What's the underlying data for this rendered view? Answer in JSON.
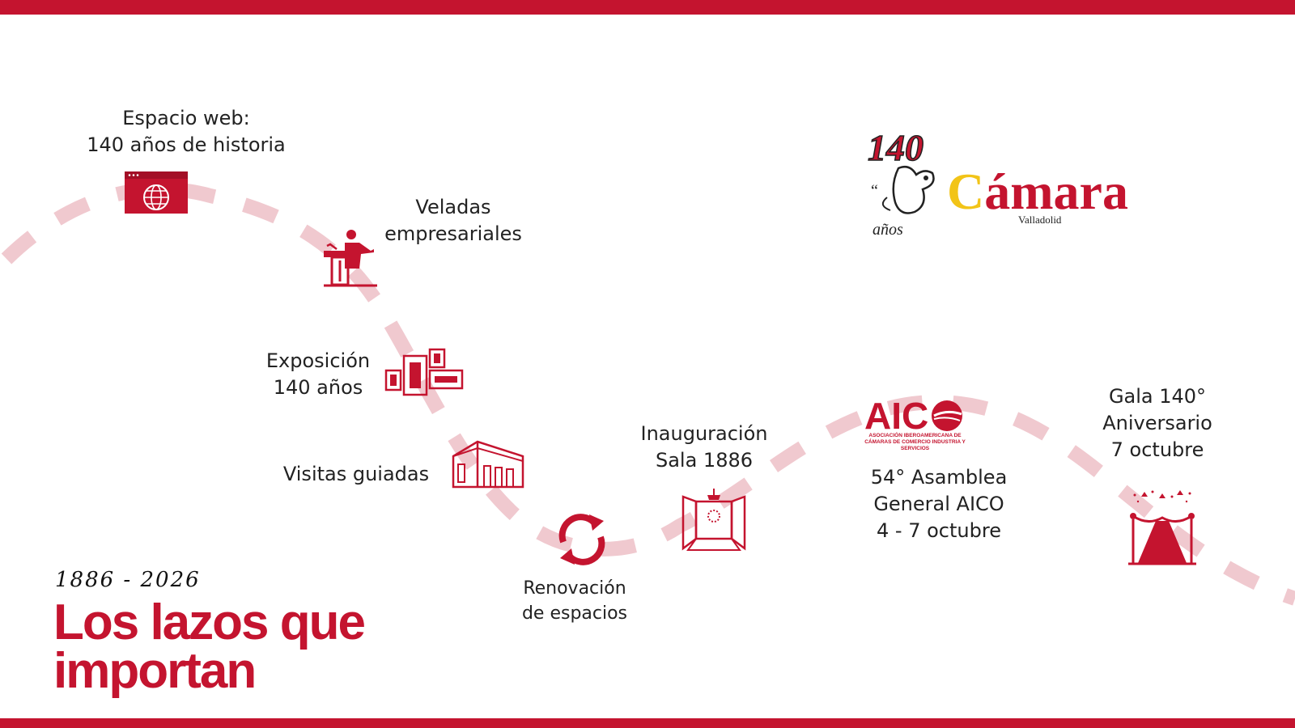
{
  "colors": {
    "accent": "#c4142f",
    "path": "#f0c9cf",
    "gold": "#f2c418"
  },
  "milestones": {
    "espacio_web": {
      "line1": "Espacio web:",
      "line2": "140 años de historia",
      "icon": "web-globe-icon"
    },
    "veladas": {
      "line1": "Veladas",
      "line2": "empresariales",
      "icon": "speaker-podium-icon"
    },
    "exposicion": {
      "line1": "Exposición",
      "line2": "140 años",
      "icon": "gallery-frames-icon"
    },
    "visitas": {
      "line1": "Visitas guiadas",
      "icon": "building-icon"
    },
    "renovacion": {
      "line1": "Renovación",
      "line2": "de espacios",
      "icon": "refresh-icon"
    },
    "inauguracion": {
      "line1": "Inauguración",
      "line2": "Sala 1886",
      "icon": "open-doors-icon"
    },
    "asamblea": {
      "line1": "54° Asamblea",
      "line2": "General AICO",
      "line3": "4 - 7 octubre"
    },
    "gala": {
      "line1": "Gala 140°",
      "line2": "Aniversario",
      "line3": "7 octubre",
      "icon": "red-carpet-icon"
    }
  },
  "aico": {
    "logo_text": "AIC",
    "subtitle": "ASOCIACIÓN IBEROAMERICANA DE CÁMARAS DE COMERCIO INDUSTRIA Y SERVICIOS"
  },
  "brand": {
    "anniversary_number": "140",
    "anniversary_word": "años",
    "camara_c": "C",
    "camara_rest": "ámara",
    "city": "Valladolid"
  },
  "footer": {
    "years": "1886 - 2026",
    "title_line1": "Los lazos que",
    "title_line2": "importan"
  }
}
